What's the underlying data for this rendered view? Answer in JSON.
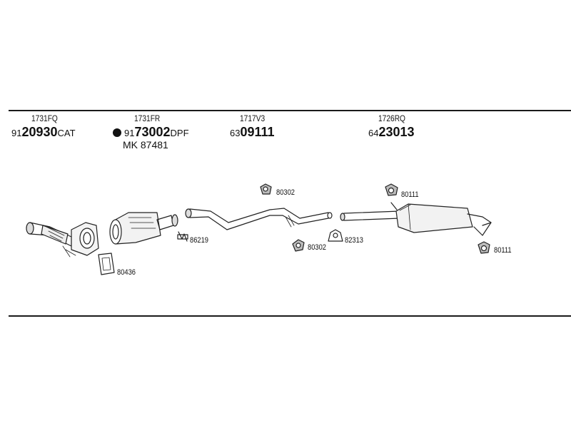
{
  "groups": [
    {
      "code": "1731FQ",
      "prefix": "91",
      "number": "20930",
      "suffix": "CAT"
    },
    {
      "code": "1731FR",
      "prefix": "91",
      "number": "73002",
      "suffix": "DPF",
      "mk": "MK  87481"
    },
    {
      "code": "1717V3",
      "prefix": "63",
      "number": "09111",
      "suffix": ""
    },
    {
      "code": "1726RQ",
      "prefix": "64",
      "number": "23013",
      "suffix": ""
    }
  ],
  "parts": {
    "gasket_80436": "80436",
    "clamp_86219": "86219",
    "hanger_80302_top": "80302",
    "hanger_80302_bottom": "80302",
    "bracket_82313": "82313",
    "hanger_80111_top": "80111",
    "hanger_80111_bottom": "80111"
  }
}
